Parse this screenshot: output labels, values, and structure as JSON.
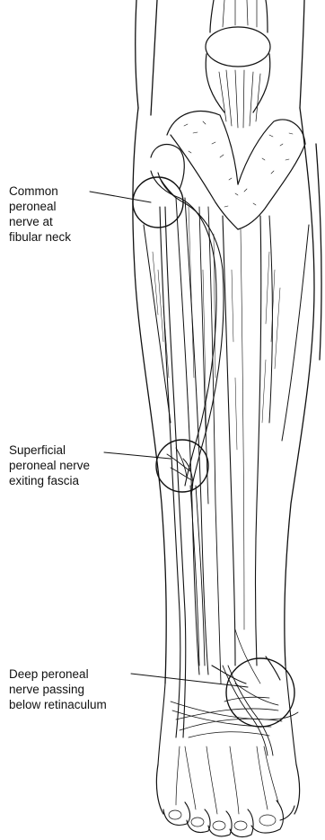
{
  "labels": {
    "common_peroneal": [
      "Common",
      "peroneal",
      "nerve at",
      "fibular neck"
    ],
    "superficial_peroneal": [
      "Superficial",
      "peroneal nerve",
      "exiting fascia"
    ],
    "deep_peroneal": [
      "Deep peroneal",
      "nerve passing",
      "below retinaculum"
    ]
  },
  "colors": {
    "ink": "#111111",
    "paper": "#ffffff"
  }
}
